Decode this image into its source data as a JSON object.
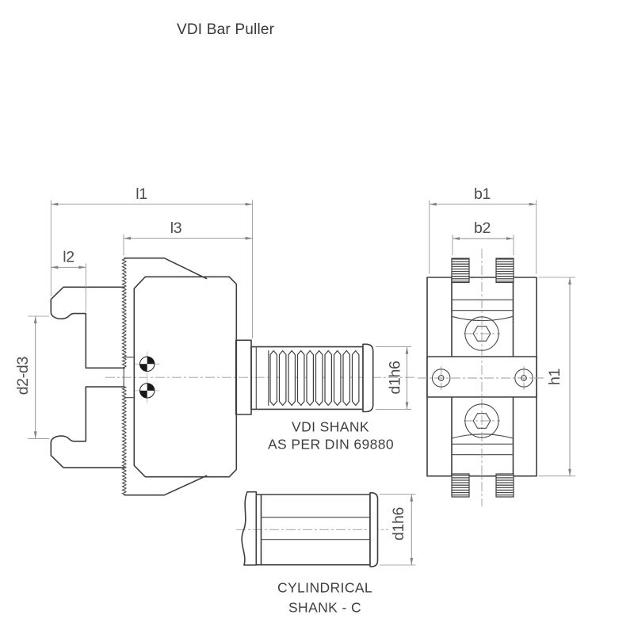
{
  "title": "VDI Bar Puller",
  "main_view": {
    "dim_l1": "l1",
    "dim_l2": "l2",
    "dim_l3": "l3",
    "dim_d2_d3": "d2-d3",
    "dim_d1h6": "d1h6",
    "annotation_line1": "VDI SHANK",
    "annotation_line2": "AS PER DIN 69880"
  },
  "end_view": {
    "dim_b1": "b1",
    "dim_b2": "b2",
    "dim_h1": "h1"
  },
  "cylindrical_view": {
    "dim_d1h6": "d1h6",
    "caption_line1": "CYLINDRICAL",
    "caption_line2": "SHANK - C"
  },
  "colors": {
    "background": "#ffffff",
    "object_line": "#3e3e3e",
    "dimension_line": "#8c8c8c",
    "centerline": "#9c9c9c",
    "label_text": "#4d4d4d",
    "annotation_text": "#3f3f3f"
  }
}
